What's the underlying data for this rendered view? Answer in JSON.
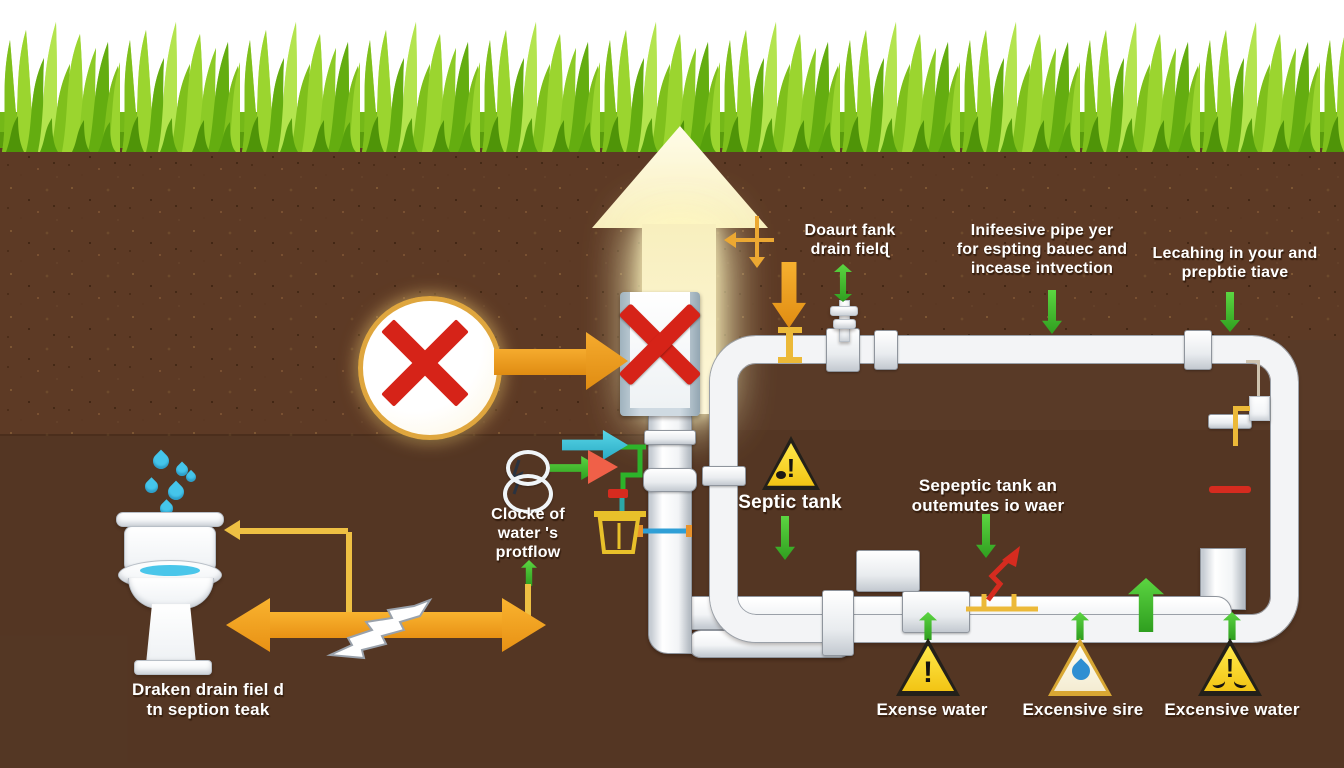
{
  "labels": {
    "drain_field": {
      "l1": "Doaurt fank",
      "l2": "drain fielɖ"
    },
    "pipe_layer": {
      "l1": "Inifeesive pipe yer",
      "l2": "for espting bauec and",
      "l3": "incease intvection"
    },
    "leaching": {
      "l1": "Lecahing in your and",
      "l2": "prepbtie tiave"
    },
    "septic_tank": {
      "l1": "Septic tank"
    },
    "septic_outlet": {
      "l1": "Sepeptic tank an",
      "l2": "outemutes io waer"
    },
    "water_overflow": {
      "l1": "Clocke of",
      "l2": "water 's",
      "l3": "protflow"
    },
    "broken_drain": {
      "l1": "Draken drain fiel d",
      "l2": "tn seption teak"
    },
    "warn_left": "Exense water",
    "warn_mid": "Excensive sire",
    "warn_right": "Excensive water",
    "exclamation": "!"
  },
  "colors": {
    "soil": "#5d3a25",
    "grass_green": "#8ccb26",
    "pipe_white": "#f3f4f6",
    "warning_yellow": "#f2c414",
    "error_red": "#d62318",
    "flow_orange": "#f2a22a",
    "ok_green": "#3dbd2e",
    "water_cyan": "#3cc8dd",
    "wire_yellow": "#ecb938",
    "glow_cream": "#f8efbe"
  }
}
